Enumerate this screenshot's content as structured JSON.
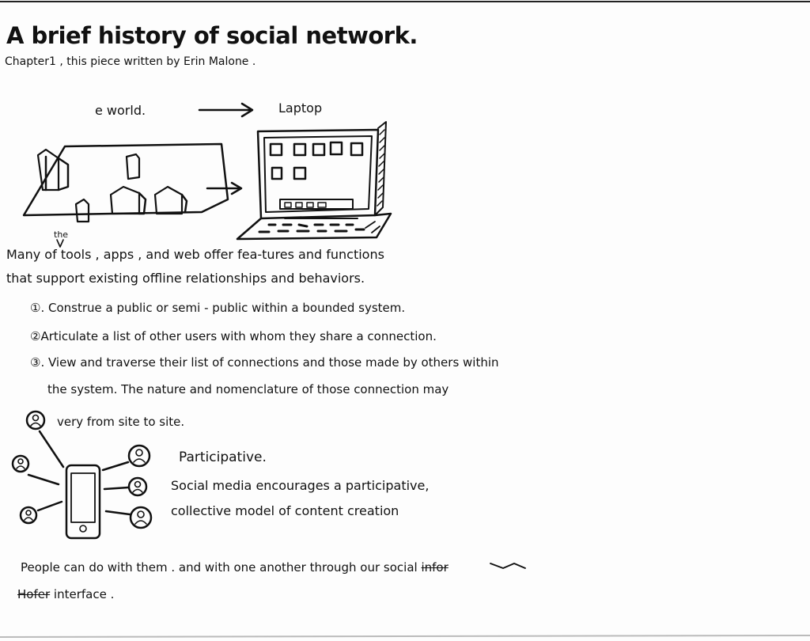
{
  "title": "A brief history of social network.",
  "subtitle": "Chapter1 , this piece written by Erin Malone .",
  "diagram": {
    "left_label": "e world.",
    "right_label": "Laptop"
  },
  "intro": {
    "insert": "the",
    "line1": "Many of tools , apps , and web offer fea-tures and functions",
    "line2": "that support existing offline relationships and behaviors."
  },
  "list": {
    "item1": "①. Construe a public or semi - public within a bounded system.",
    "item2": "②Articulate a list of other users with whom they share a connection.",
    "item3_line1": "③. View and traverse their list of connections and those made by others within",
    "item3_line2": "the system. The nature and nomenclature of those connection may",
    "item3_line3": "very from site to site."
  },
  "participative": {
    "heading": "Participative.",
    "line1": "Social media encourages a participative,",
    "line2": "collective model of content creation"
  },
  "closing": {
    "line1": "People can do with them . and with one another through our social",
    "strike1": "infor",
    "strike2": "Hofer",
    "line2_end": "interface ."
  }
}
